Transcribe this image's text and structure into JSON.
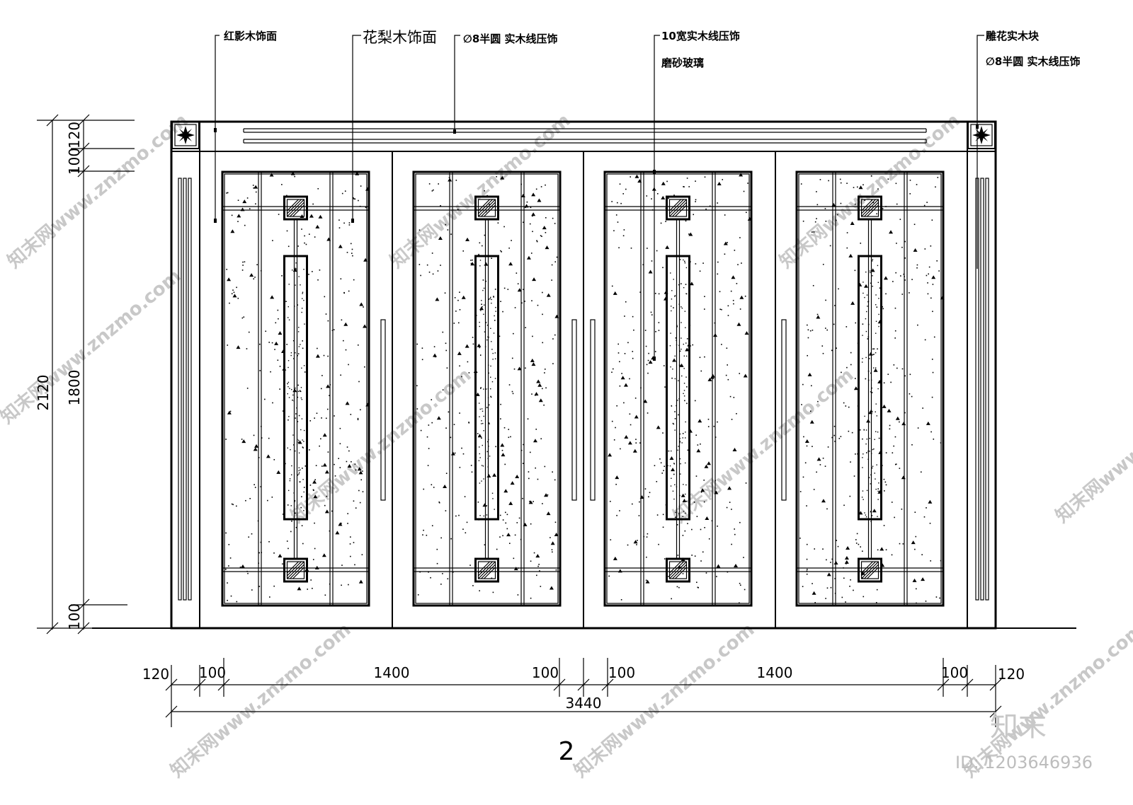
{
  "annotations": {
    "hongying": "红影木饰面",
    "huali": "花梨木饰面",
    "half_round_top": "∅8半圆   实木线压饰",
    "solid_10": "10宽实木线压饰",
    "frosted": "磨砂玻璃",
    "carved": "雕花实木块",
    "half_round_right": "∅8半圆   实木线压饰"
  },
  "dims_vertical": {
    "total": "2120",
    "top_120": "120",
    "top_100": "100",
    "main_1800": "1800",
    "bottom_100": "100"
  },
  "dims_horizontal": {
    "left_120": "120",
    "left_100": "100",
    "left_1400": "1400",
    "mid_left_100": "100",
    "mid_right_100": "100",
    "right_1400": "1400",
    "right_100": "100",
    "right_120": "120",
    "total": "3440"
  },
  "drawing_number": "2",
  "watermark": {
    "site": "知末网www.znzmo.com",
    "brand": "知末",
    "id": "ID: 1203646936"
  },
  "colors": {
    "line": "#000000",
    "watermark": "#c8c8c8"
  }
}
